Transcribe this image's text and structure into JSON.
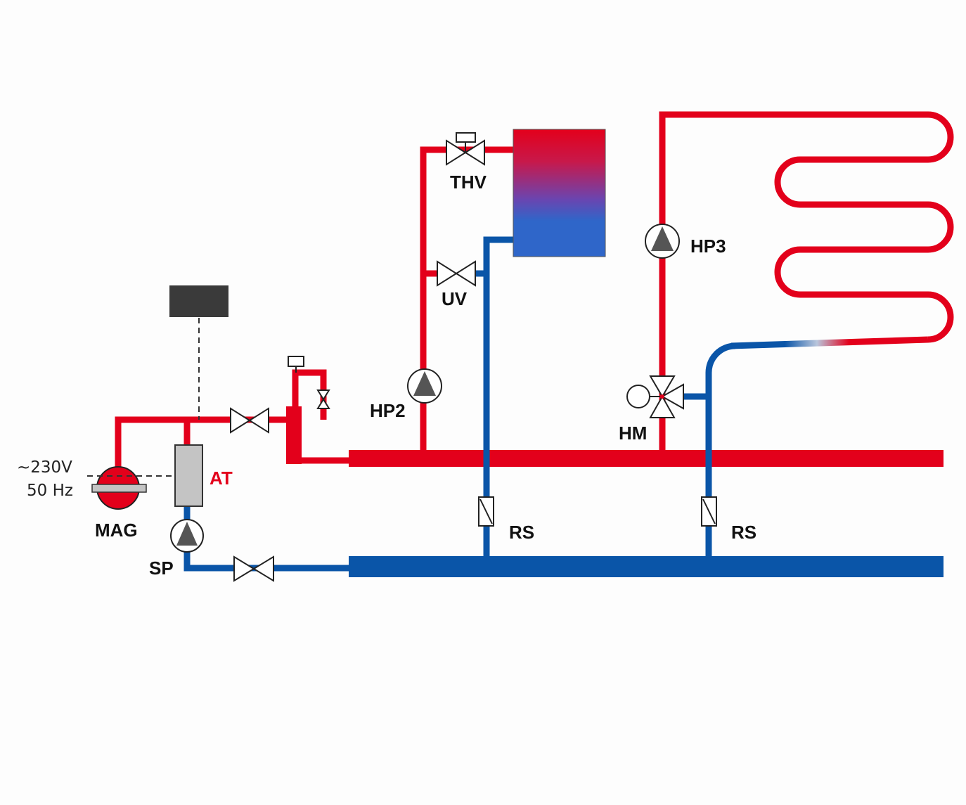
{
  "labels": {
    "thv": "THV",
    "uv": "UV",
    "hp2": "HP2",
    "hp3": "HP3",
    "hm": "HM",
    "at": "AT",
    "mag": "MAG",
    "sp": "SP",
    "rs_left": "RS",
    "rs_right": "RS",
    "voltage": "~230V",
    "frequency": "50 Hz"
  },
  "colors": {
    "supply": "#e3001b",
    "return": "#0a55a8",
    "tank_top": "#e3001b",
    "tank_bottom": "#2f66c9",
    "controller": "#3a3a3a",
    "exchanger": "#c4c4c4",
    "pump_fill": "#555555"
  }
}
